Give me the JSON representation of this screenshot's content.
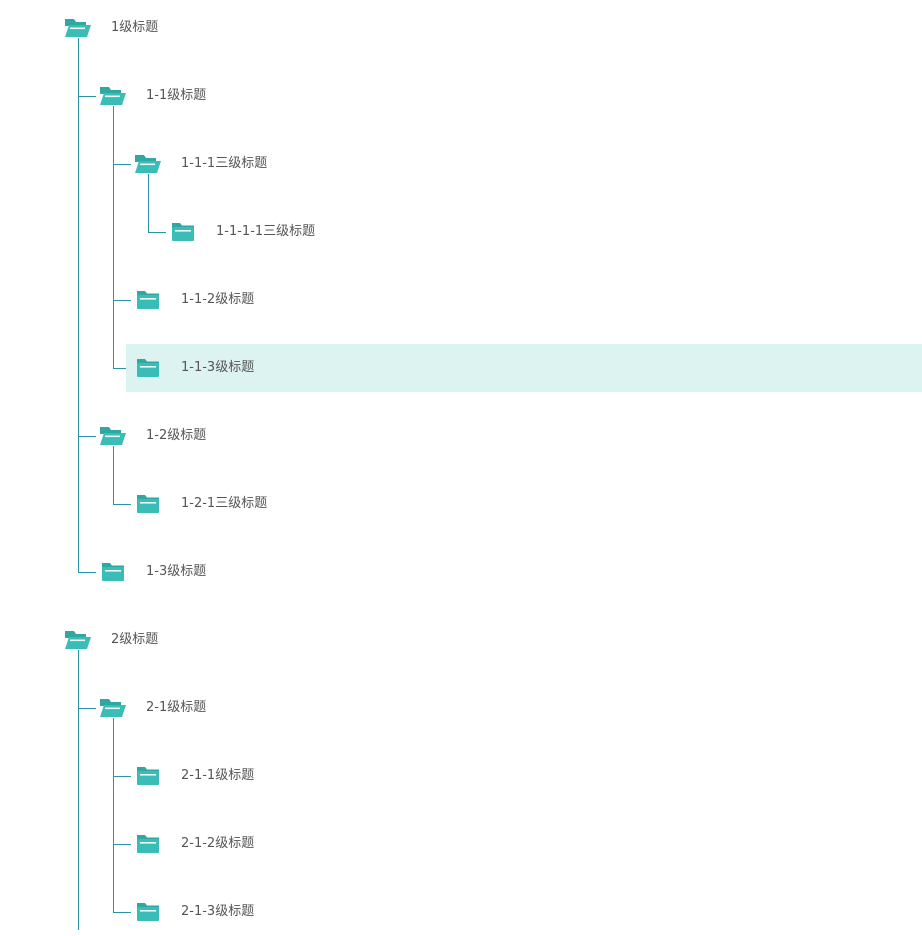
{
  "theme": {
    "accent": "#3bbdb7",
    "accent_dark": "#2fa8a2",
    "line": "#2b93a6",
    "selected_bg": "#ddf3f2",
    "text": "#555555"
  },
  "tree": [
    {
      "label": "1级标题",
      "icon": "folder-open-icon",
      "children": [
        {
          "label": "1-1级标题",
          "icon": "folder-open-icon",
          "children": [
            {
              "label": "1-1-1三级标题",
              "icon": "folder-open-icon",
              "children": [
                {
                  "label": "1-1-1-1三级标题",
                  "icon": "folder-closed-icon",
                  "children": []
                }
              ]
            },
            {
              "label": "1-1-2级标题",
              "icon": "folder-closed-icon",
              "children": []
            },
            {
              "label": "1-1-3级标题",
              "icon": "folder-closed-icon",
              "selected": true,
              "children": []
            }
          ]
        },
        {
          "label": "1-2级标题",
          "icon": "folder-open-icon",
          "children": [
            {
              "label": "1-2-1三级标题",
              "icon": "folder-closed-icon",
              "children": []
            }
          ]
        },
        {
          "label": "1-3级标题",
          "icon": "folder-closed-icon",
          "children": []
        }
      ]
    },
    {
      "label": "2级标题",
      "icon": "folder-open-icon",
      "children": [
        {
          "label": "2-1级标题",
          "icon": "folder-open-icon",
          "children": [
            {
              "label": "2-1-1级标题",
              "icon": "folder-closed-icon",
              "children": []
            },
            {
              "label": "2-1-2级标题",
              "icon": "folder-closed-icon",
              "children": []
            },
            {
              "label": "2-1-3级标题",
              "icon": "folder-closed-icon",
              "children": []
            }
          ]
        }
      ]
    }
  ]
}
